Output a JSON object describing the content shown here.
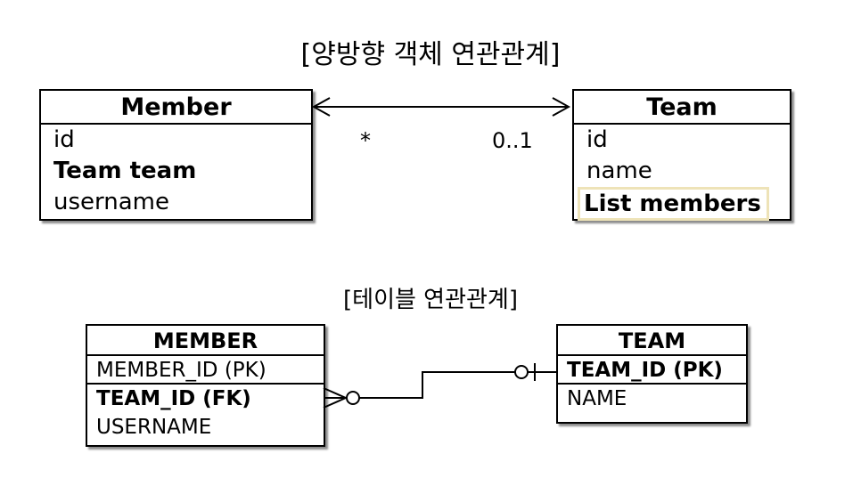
{
  "titles": {
    "object_model": "[양방향 객체 연관관계]",
    "table_model": "[테이블 연관관계]"
  },
  "object_model": {
    "member": {
      "name": "Member",
      "fields": [
        "id",
        "Team team",
        "username"
      ]
    },
    "team": {
      "name": "Team",
      "fields": [
        "id",
        "name",
        "List members"
      ]
    },
    "association": {
      "member_side_multiplicity": "*",
      "team_side_multiplicity": "0..1"
    }
  },
  "table_model": {
    "member_table": {
      "name": "MEMBER",
      "columns": [
        "MEMBER_ID (PK)",
        "TEAM_ID (FK)",
        "USERNAME"
      ]
    },
    "team_table": {
      "name": "TEAM",
      "columns": [
        "TEAM_ID (PK)",
        "NAME"
      ]
    }
  },
  "colors": {
    "highlight_border": "#eee3b8",
    "line": "#000000"
  }
}
